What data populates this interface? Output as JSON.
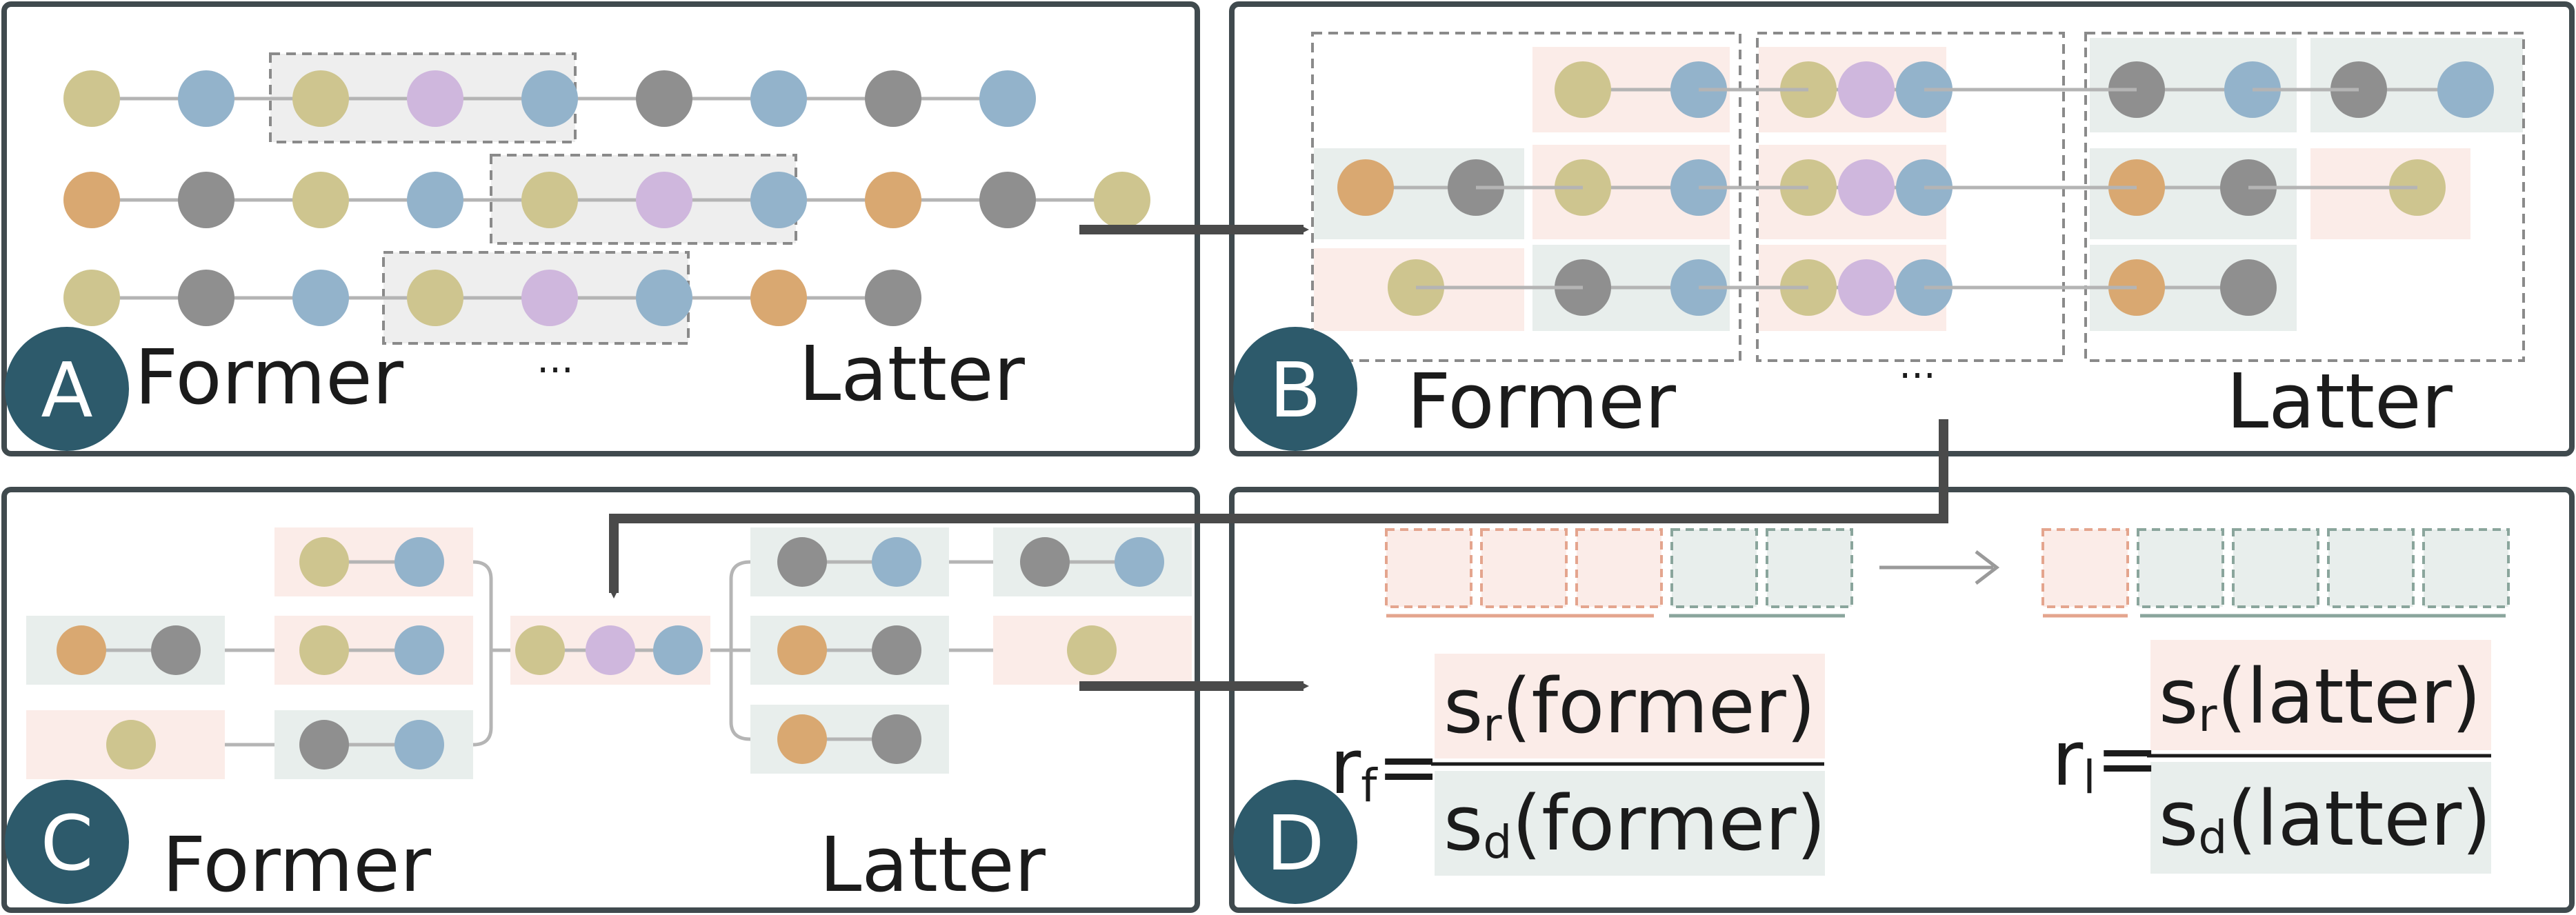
{
  "colors": {
    "olive": "#cec58f",
    "blue": "#93b3cb",
    "purple": "#cfb7dd",
    "gray": "#8f8f8f",
    "orange": "#d9a871",
    "pink_bg": "#fbece8",
    "green_bg": "#e8eeec",
    "badge": "#2d5a6b",
    "panel_stroke": "#404a4e",
    "arrow": "#4a4a4a"
  },
  "panels": {
    "a": {
      "badge": "A",
      "former": "Former",
      "latter": "Latter",
      "ellipsis": "..."
    },
    "b": {
      "badge": "B",
      "former": "Former",
      "latter": "Latter",
      "ellipsis": "..."
    },
    "c": {
      "badge": "C",
      "former": "Former",
      "latter": "Latter"
    },
    "d": {
      "badge": "D",
      "former_lhs_base": "r",
      "former_lhs_sub": "f",
      "former_num_base": "s",
      "former_num_sub": "r",
      "former_num_arg": "(former)",
      "former_den_base": "s",
      "former_den_sub": "d",
      "former_den_arg": "(former)",
      "latter_lhs_base": "r",
      "latter_lhs_sub": "l",
      "latter_num_base": "s",
      "latter_num_sub": "r",
      "latter_num_arg": "(latter)",
      "latter_den_base": "s",
      "latter_den_sub": "d",
      "latter_den_arg": "(latter)",
      "equals": "=",
      "former_boxes": [
        "pink",
        "pink",
        "pink",
        "green",
        "green"
      ],
      "latter_boxes": [
        "pink",
        "green",
        "green",
        "green",
        "green"
      ]
    }
  },
  "sequences": {
    "a": [
      [
        "olive",
        "blue",
        "olive",
        "purple",
        "blue",
        "gray",
        "blue",
        "gray",
        "blue"
      ],
      [
        "orange",
        "gray",
        "olive",
        "blue",
        "olive",
        "purple",
        "blue",
        "orange",
        "gray",
        "olive"
      ],
      [
        "olive",
        "gray",
        "blue",
        "olive",
        "purple",
        "blue",
        "orange",
        "gray"
      ]
    ]
  }
}
